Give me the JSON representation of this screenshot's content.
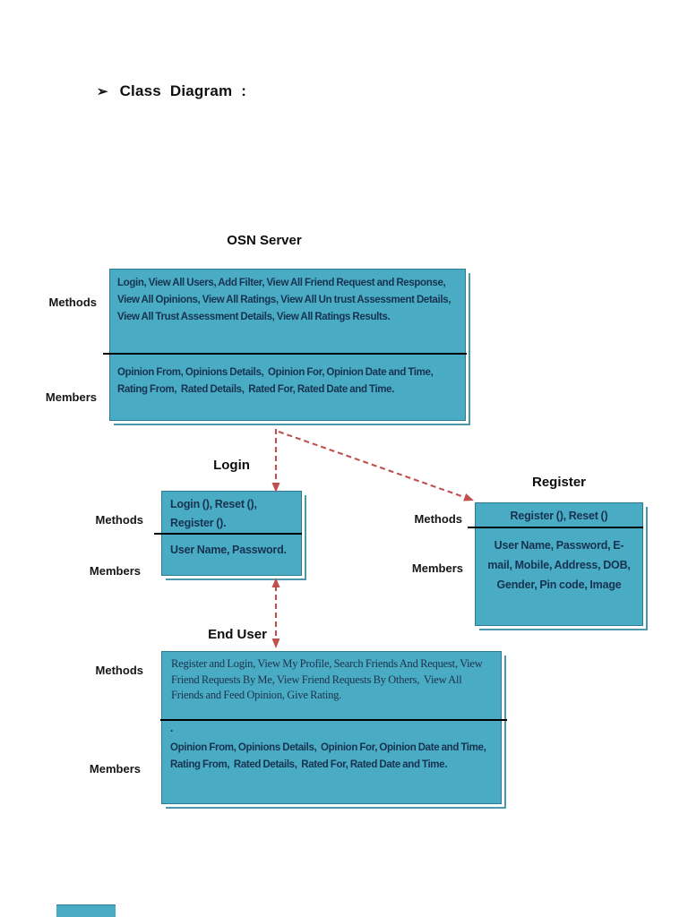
{
  "heading": {
    "bullet": "➢",
    "text": "Class Diagram :"
  },
  "labels": {
    "methods": "Methods",
    "members": "Members"
  },
  "classes": [
    {
      "title": "OSN Server",
      "methods": "Login, View All Users, Add Filter, View All Friend Request and Response, View All Opinions, View All Ratings, View All Un trust Assessment Details, View All Trust Assessment Details, View All Ratings Results.",
      "members": "Opinion From, Opinions Details,  Opinion For, Opinion Date and Time, Rating From,  Rated Details,  Rated For, Rated Date and Time."
    },
    {
      "title": "Login",
      "methods": "Login (), Reset (), Register ().",
      "members": "User Name, Password."
    },
    {
      "title": "Register",
      "methods": "Register (), Reset ()",
      "members": "User Name, Password, E-mail, Mobile, Address, DOB, Gender, Pin code, Image"
    },
    {
      "title": "End User",
      "methods": "Register and Login, View My Profile, Search Friends And Request, View Friend Requests By Me, View Friend Requests By Others,  View All Friends and Feed Opinion, Give Rating.",
      "members_prefix": ".",
      "members": "Opinion From, Opinions Details,  Opinion For, Opinion Date and Time, Rating From,  Rated Details,  Rated For, Rated Date and Time."
    }
  ],
  "colors": {
    "box_fill": "#4aabc5",
    "box_border": "#2f7a92",
    "box_shadow_line": "#4b97ac",
    "divider": "#000000",
    "arrow": "#c0504d",
    "box_text": "#17334f"
  }
}
